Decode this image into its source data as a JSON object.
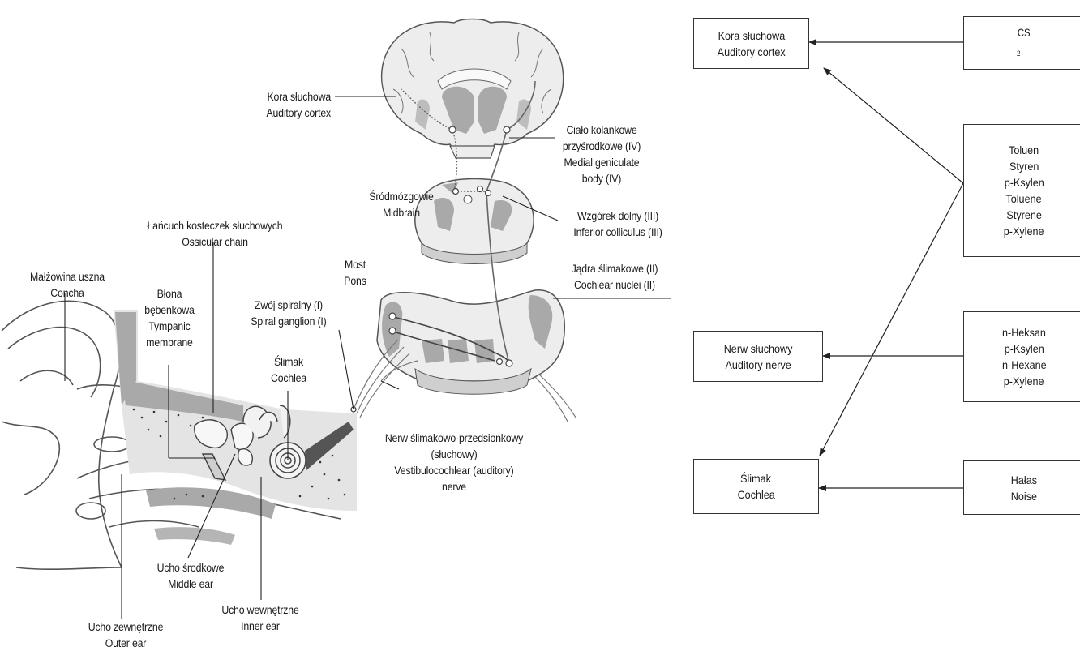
{
  "anatomy_labels": {
    "kora_pl": "Kora słuchowa",
    "kora_en": "Auditory cortex",
    "cialo_pl1": "Ciało kolankowe",
    "cialo_pl2": "przyśrodkowe (IV)",
    "cialo_en1": "Medial geniculate",
    "cialo_en2": "body (IV)",
    "srod_pl": "Śródmózgowie",
    "srod_en": "Midbrain",
    "wzg_pl": "Wzgórek dolny (III)",
    "wzg_en": "Inferior colliculus (III)",
    "lanc_pl": "Łańcuch kosteczek słuchowych",
    "lanc_en": "Ossicular chain",
    "most_pl": "Most",
    "most_en": "Pons",
    "jadra_pl": "Jądra ślimakowe (II)",
    "jadra_en": "Cochlear nuclei (II)",
    "malz_pl": "Małżowina uszna",
    "malz_en": "Concha",
    "blona_pl1": "Błona",
    "blona_pl2": "bębenkowa",
    "blona_en1": "Tympanic",
    "blona_en2": "membrane",
    "zwoj_pl": "Zwój spiralny (I)",
    "zwoj_en": "Spiral ganglion (I)",
    "slimak_pl": "Ślimak",
    "slimak_en": "Cochlea",
    "nerw_pl1": "Nerw ślimakowo-przedsionkowy",
    "nerw_pl2": "(słuchowy)",
    "nerw_en1": "Vestibulocochlear (auditory)",
    "nerw_en2": "nerve",
    "usr_pl": "Ucho środkowe",
    "usr_en": "Middle ear",
    "uwew_pl": "Ucho wewnętrzne",
    "uwew_en": "Inner ear",
    "uzew_pl": "Ucho zewnętrzne",
    "uzew_en": "Outer ear"
  },
  "flow": {
    "targets": [
      {
        "pl": "Kora słuchowa",
        "en": "Auditory cortex"
      },
      {
        "pl": "Nerw słuchowy",
        "en": "Auditory nerve"
      },
      {
        "pl": "Ślimak",
        "en": "Cochlea"
      }
    ],
    "sources": {
      "cs2": {
        "base": "CS",
        "sub": "2"
      },
      "solvents": [
        "Toluen",
        "Styren",
        "p-Ksylen",
        "Toluene",
        "Styrene",
        "p-Xylene"
      ],
      "hexane": [
        "n-Heksan",
        "p-Ksylen",
        "n-Hexane",
        "p-Xylene"
      ],
      "noise": [
        "Hałas",
        "Noise"
      ]
    }
  }
}
